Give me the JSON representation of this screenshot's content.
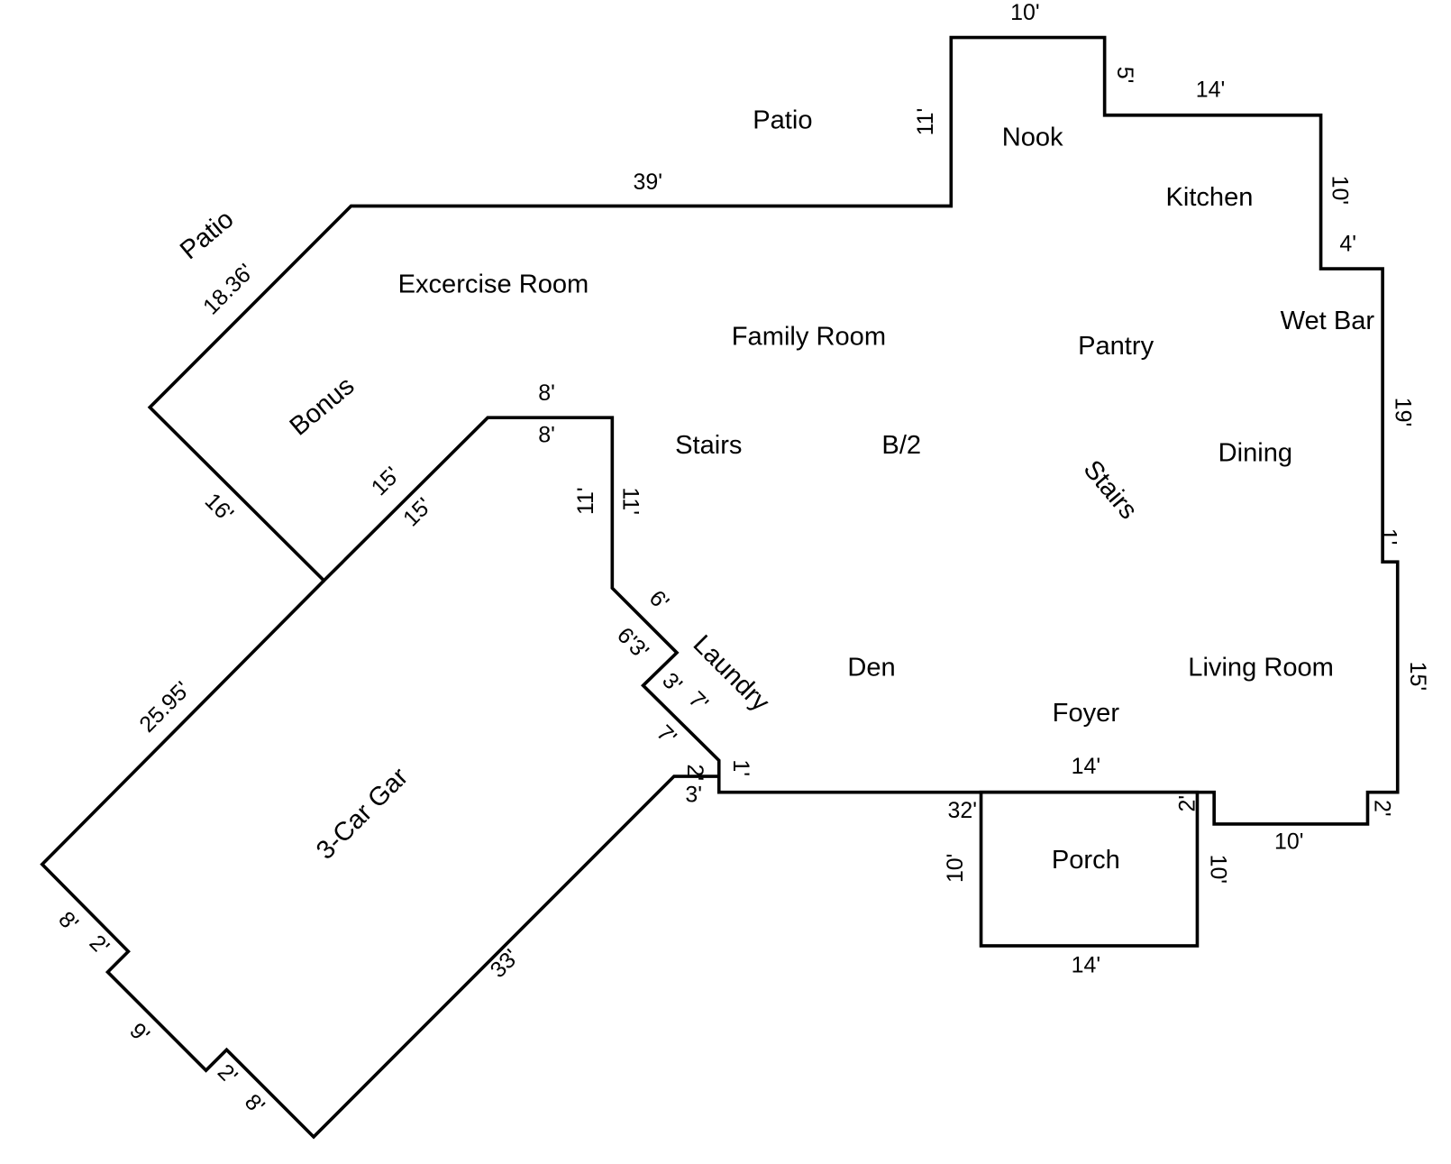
{
  "title": "Floor plan",
  "colors": {
    "wall": "#000000",
    "background": "#ffffff"
  },
  "rooms": [
    "Patio",
    "Patio",
    "Nook",
    "Kitchen",
    "Wet Bar",
    "Excercise Room",
    "Family Room",
    "Pantry",
    "Bonus",
    "Stairs",
    "B/2",
    "Stairs",
    "Dining",
    "Laundry",
    "Den",
    "Living Room",
    "Foyer",
    "Porch",
    "3-Car Gar"
  ],
  "dimensions": [
    "10'",
    "5'",
    "14'",
    "11'",
    "39'",
    "10'",
    "4'",
    "18.36'",
    "19'",
    "8'",
    "8'",
    "16'",
    "15'",
    "15'",
    "11'",
    "11'",
    "1'",
    "6'",
    "6'3'",
    "3'",
    "7'",
    "7'",
    "1'",
    "2'",
    "3'",
    "15'",
    "14'",
    "32'",
    "2'",
    "2'",
    "10'",
    "10'",
    "10'",
    "14'",
    "25.95'",
    "8'",
    "2'",
    "9'",
    "2'",
    "8'",
    "33'"
  ]
}
